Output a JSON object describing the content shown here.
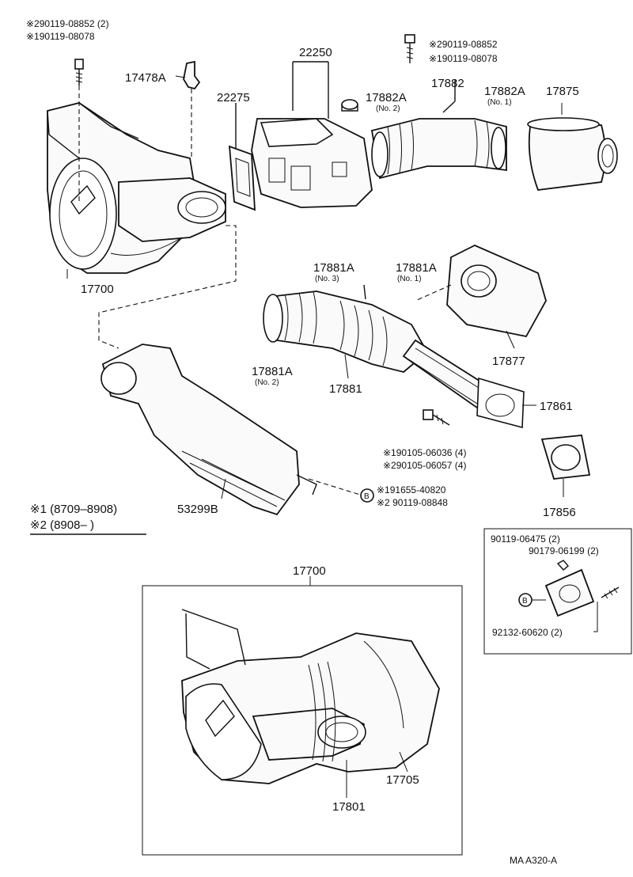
{
  "notes": {
    "top_left_1": "※290119-08852 (2)",
    "top_left_2": "※190119-08078",
    "top_mid_1": "※290119-08852",
    "top_mid_2": "※190119-08078",
    "bolt_1": "※190105-06036 (4)",
    "bolt_2": "※290105-06057 (4)",
    "b_1": "※191655-40820",
    "b_2": "※2 90119-08848",
    "b_mark": "B"
  },
  "legend": {
    "line1": "※1 (8709–8908)",
    "line2": "※2 (8908–       )"
  },
  "parts": {
    "p17478A": "17478A",
    "p22250": "22250",
    "p22275": "22275",
    "p17882": "17882",
    "p17882A_2": "17882A",
    "p17882A_2_sub": "(No. 2)",
    "p17882A_1": "17882A",
    "p17882A_1_sub": "(No. 1)",
    "p17875": "17875",
    "p17700_top": "17700",
    "p17881A_3": "17881A",
    "p17881A_3_sub": "(No. 3)",
    "p17881A_1": "17881A",
    "p17881A_1_sub": "(No. 1)",
    "p17877": "17877",
    "p17881A_2": "17881A",
    "p17881A_2_sub": "(No. 2)",
    "p17881": "17881",
    "p17861": "17861",
    "p53299B": "53299B",
    "p17856": "17856",
    "p17700_box": "17700",
    "p17705": "17705",
    "p17801": "17801"
  },
  "inset": {
    "l1": "90119-06475 (2)",
    "l2": "90179-06199 (2)",
    "l3": "92132-60620 (2)",
    "mark": "B"
  },
  "footer": {
    "code": "MA  A320-A"
  }
}
